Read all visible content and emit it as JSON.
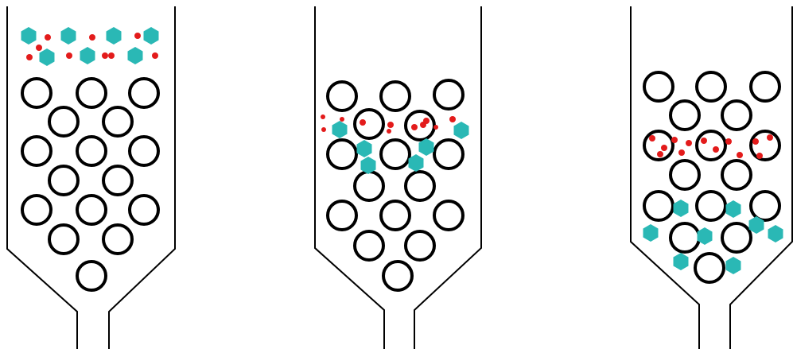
{
  "figure": {
    "panels": [
      {
        "id": "start",
        "label": ""
      },
      {
        "id": "middle",
        "label": ""
      },
      {
        "id": "end",
        "label": ""
      }
    ]
  },
  "colors": {
    "background": "#ffffff",
    "outline": "#000000",
    "bead_fill": "#ffffff",
    "large_molecule": "#2ab8b5",
    "small_molecule": "#e31b1b"
  },
  "legend": []
}
